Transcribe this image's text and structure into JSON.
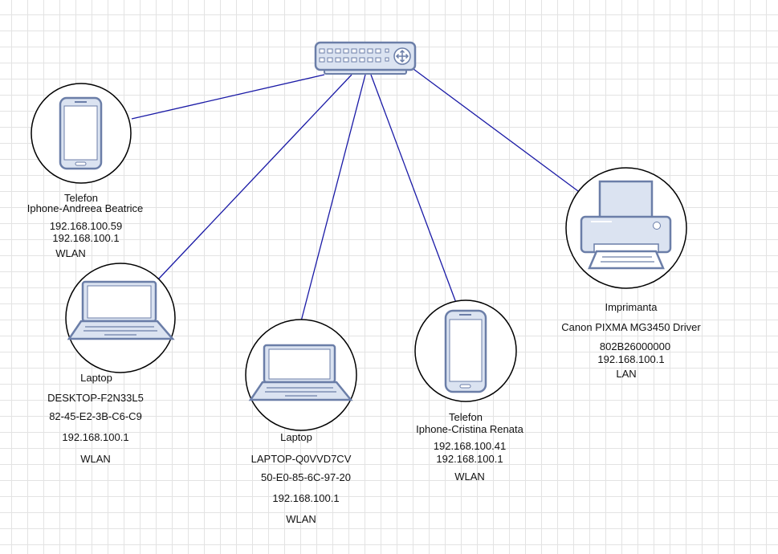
{
  "colors": {
    "link": "#1a1aa6",
    "device_fill": "#dbe3f1",
    "device_stroke": "#6b7ea8",
    "circle_stroke": "#000000"
  },
  "switch": {
    "icon": "network-switch-icon"
  },
  "nodes": [
    {
      "id": "iphone-andreea",
      "icon": "smartphone-icon",
      "type_label": "Telefon",
      "name": "Iphone-Andreea Beatrice",
      "ip": "192.168.100.59",
      "gateway": "192.168.100.1",
      "connection": "WLAN"
    },
    {
      "id": "laptop-desktop",
      "icon": "laptop-icon",
      "type_label": "Laptop",
      "name": "DESKTOP-F2N33L5",
      "mac": "82-45-E2-3B-C6-C9",
      "ip": "192.168.100.1",
      "connection": "WLAN"
    },
    {
      "id": "laptop-q0vvd7cv",
      "icon": "laptop-icon",
      "type_label": "Laptop",
      "name": "LAPTOP-Q0VVD7CV",
      "mac": "50-E0-85-6C-97-20",
      "ip": "192.168.100.1",
      "connection": "WLAN"
    },
    {
      "id": "iphone-cristina",
      "icon": "smartphone-icon",
      "type_label": "Telefon",
      "name": "Iphone-Cristina Renata",
      "ip": "192.168.100.41",
      "gateway": "192.168.100.1",
      "connection": "WLAN"
    },
    {
      "id": "printer",
      "icon": "printer-icon",
      "type_label": "Imprimanta",
      "name": "Canon PIXMA MG3450 Driver",
      "mac": "802B26000000",
      "ip": "192.168.100.1",
      "connection": "LAN"
    }
  ]
}
